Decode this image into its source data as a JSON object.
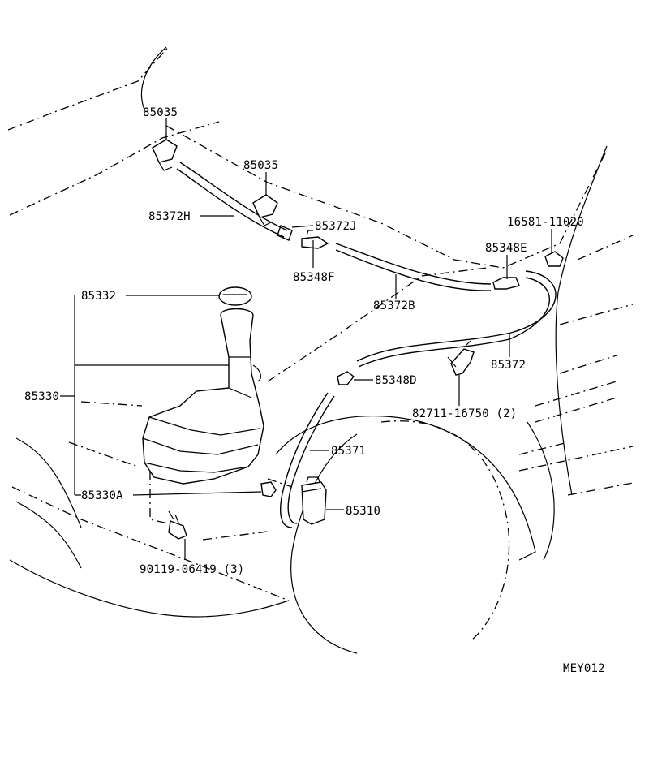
{
  "diagram_code": "MEY012",
  "parts": [
    {
      "id": "85035-a",
      "label": "85035"
    },
    {
      "id": "85035-b",
      "label": "85035"
    },
    {
      "id": "85372H",
      "label": "85372H"
    },
    {
      "id": "85372J",
      "label": "85372J"
    },
    {
      "id": "85348F",
      "label": "85348F"
    },
    {
      "id": "85372B",
      "label": "85372B"
    },
    {
      "id": "16581-11020",
      "label": "16581-11020"
    },
    {
      "id": "85348E",
      "label": "85348E"
    },
    {
      "id": "85372",
      "label": "85372"
    },
    {
      "id": "85332",
      "label": "85332"
    },
    {
      "id": "85330",
      "label": "85330"
    },
    {
      "id": "85348D",
      "label": "85348D"
    },
    {
      "id": "82711-16750",
      "label": "82711-16750 (2)"
    },
    {
      "id": "85371",
      "label": "85371"
    },
    {
      "id": "85310",
      "label": "85310"
    },
    {
      "id": "85330A",
      "label": "85330A"
    },
    {
      "id": "90119-06419",
      "label": "90119-06419 (3)"
    }
  ]
}
